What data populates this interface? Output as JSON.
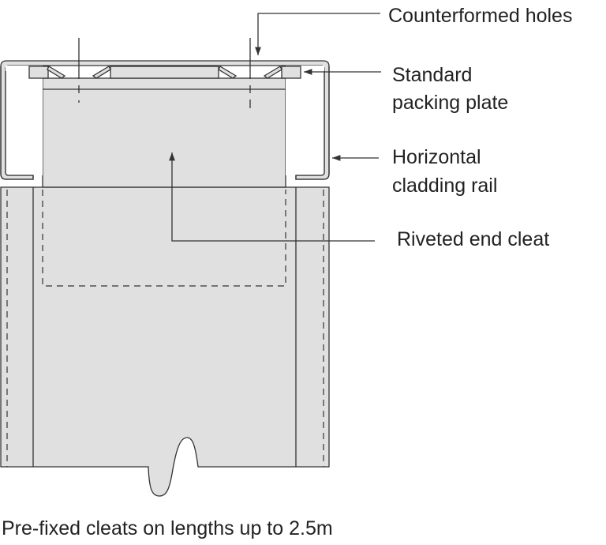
{
  "labels": {
    "counterformed_holes": "Counterformed holes",
    "packing_plate_line1": "Standard",
    "packing_plate_line2": "packing plate",
    "rail_line1": "Horizontal",
    "rail_line2": "cladding rail",
    "end_cleat": "Riveted end cleat"
  },
  "caption": "Pre-fixed cleats on lengths up to 2.5m",
  "colors": {
    "fill": "#e0e0e0",
    "stroke": "#333333"
  }
}
